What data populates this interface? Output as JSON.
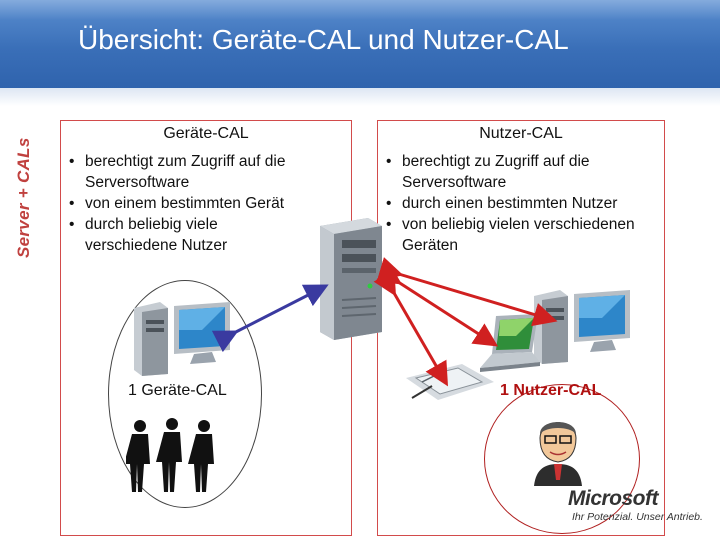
{
  "header": {
    "title": "Übersicht: Geräte-CAL und Nutzer-CAL"
  },
  "sidebar": {
    "label": "Server + CALs"
  },
  "left_panel": {
    "title": "Geräte-CAL",
    "points": [
      {
        "line1": "berechtigt zum Zugriff auf die",
        "line2": "Serversoftware"
      },
      {
        "line1": "von einem bestimmten Gerät",
        "line2": ""
      },
      {
        "line1": "durch beliebig viele",
        "line2": "verschiedene Nutzer"
      }
    ],
    "cal_label": "1 Geräte-CAL"
  },
  "right_panel": {
    "title": "Nutzer-CAL",
    "points": [
      {
        "line1": "berechtigt zu Zugriff auf die",
        "line2": "Serversoftware"
      },
      {
        "line1": "durch einen bestimmten Nutzer",
        "line2": ""
      },
      {
        "line1": "von beliebig vielen verschiedenen",
        "line2": "Geräten"
      }
    ],
    "cal_label": "1 Nutzer-CAL"
  },
  "logo": {
    "brand": "Microsoft",
    "tagline": "Ihr Potenzial. Unser Antrieb."
  },
  "colors": {
    "header": "#3a6fb8",
    "accent_red": "#c0413f",
    "arrow_blue": "#3a3aa0",
    "arrow_red": "#d02020"
  },
  "icons": [
    "server-icon",
    "desktop-pc-icon",
    "laptop-icon",
    "pda-icon",
    "person-icon",
    "businessman-icon"
  ]
}
